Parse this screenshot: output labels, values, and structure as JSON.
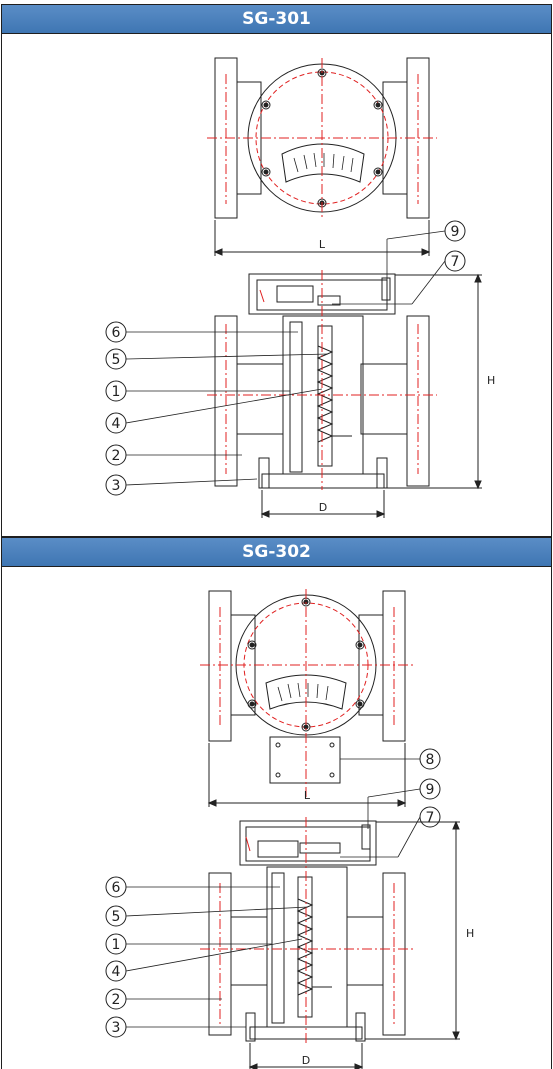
{
  "panels": [
    {
      "title": "SG-301",
      "dims": {
        "length": "L",
        "height": "H",
        "diameter": "D"
      },
      "balloons": [
        "9",
        "7",
        "6",
        "5",
        "1",
        "4",
        "2",
        "3"
      ]
    },
    {
      "title": "SG-302",
      "dims": {
        "length": "L",
        "height": "H",
        "diameter": "D"
      },
      "balloons": [
        "8",
        "9",
        "7",
        "6",
        "5",
        "1",
        "4",
        "2",
        "3"
      ]
    }
  ],
  "colors": {
    "header": "#4a82c0",
    "line": "#222222",
    "center_line": "#e02020"
  }
}
